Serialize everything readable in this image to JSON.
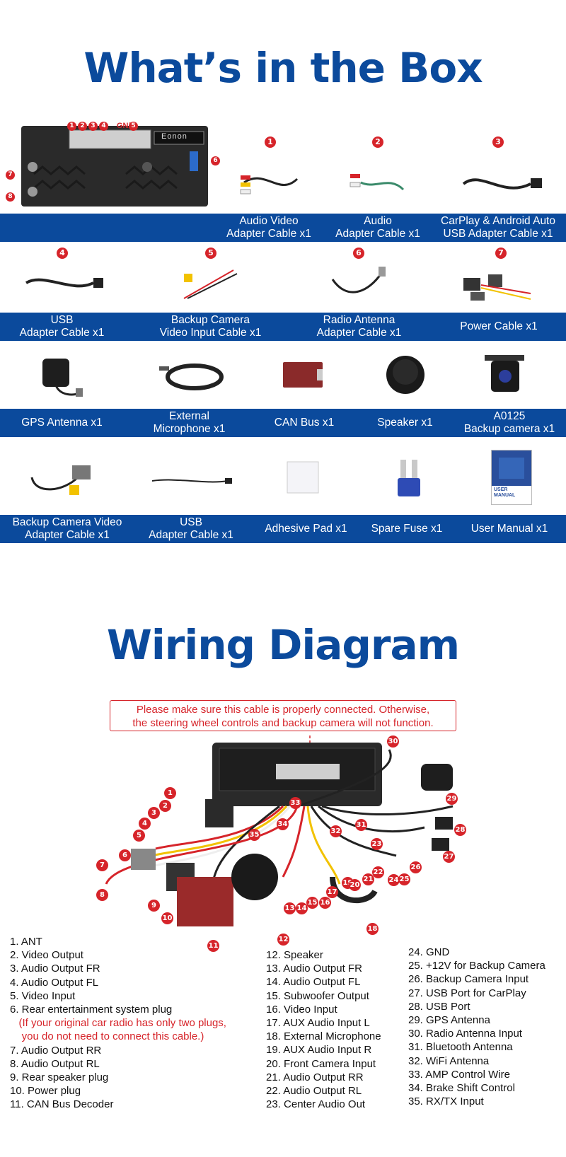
{
  "box": {
    "title": "What’s in the Box",
    "unit_markers": [
      "1",
      "2",
      "3",
      "4",
      "5",
      "6",
      "7",
      "8"
    ],
    "unit_label": "GN/A",
    "brand": "Eonon",
    "row1": [
      {
        "num": "1",
        "caption": "Audio Video\nAdapter Cable x1"
      },
      {
        "num": "2",
        "caption": "Audio\nAdapter Cable x1"
      },
      {
        "num": "3",
        "caption": "CarPlay & Android Auto\nUSB Adapter Cable x1"
      }
    ],
    "row2": [
      {
        "num": "4",
        "caption": "USB\nAdapter Cable x1"
      },
      {
        "num": "5",
        "caption": "Backup Camera\nVideo Input Cable x1"
      },
      {
        "num": "6",
        "caption": "Radio Antenna\nAdapter Cable x1"
      },
      {
        "num": "7",
        "caption": "Power Cable x1"
      }
    ],
    "row3": [
      {
        "caption": "GPS Antenna x1"
      },
      {
        "caption": "External\nMicrophone x1"
      },
      {
        "caption": "CAN Bus x1"
      },
      {
        "caption": "Speaker x1"
      },
      {
        "caption": "A0125\nBackup camera x1"
      }
    ],
    "row4": [
      {
        "caption": "Backup Camera Video\nAdapter Cable x1"
      },
      {
        "caption": "USB\nAdapter Cable x1"
      },
      {
        "caption": "Adhesive Pad x1"
      },
      {
        "caption": "Spare Fuse x1"
      },
      {
        "caption": "User Manual x1"
      }
    ],
    "manual_text": "USER\nMANUAL"
  },
  "wiring": {
    "title": "Wiring Diagram",
    "notice": "Please make sure this cable is properly connected. Otherwise,\nthe steering wheel controls and backup camera will not function.",
    "col1": [
      "1. ANT",
      "2. Video Output",
      "3. Audio Output FR",
      "4. Audio Output FL",
      "5. Video Input",
      "6. Rear entertainment system plug"
    ],
    "col1_note": [
      "   (If your original car radio has only two plugs,",
      "    you do not need to connect this cable.)"
    ],
    "col1b": [
      "7. Audio Output RR",
      "8. Audio Output RL",
      "9. Rear speaker plug",
      "10. Power plug",
      "11. CAN Bus Decoder"
    ],
    "col2": [
      "12. Speaker",
      "13. Audio Output FR",
      "14. Audio Output FL",
      "15. Subwoofer Output",
      "16. Video Input",
      "17. AUX Audio Input L",
      "18. External Microphone",
      "19. AUX Audio Input R",
      "20. Front Camera Input",
      "21. Audio Output RR",
      "22. Audio Output RL",
      "23. Center Audio Out"
    ],
    "col3": [
      "24. GND",
      "25. +12V for Backup Camera",
      "26. Backup Camera Input",
      "27. USB Port for CarPlay",
      "28. USB Port",
      "29. GPS Antenna",
      "30. Radio Antenna Input",
      "31. Bluetooth Antenna",
      "32. WiFi Antenna",
      "33. AMP Control Wire",
      "34. Brake Shift Control",
      "35. RX/TX Input"
    ],
    "markers": [
      "1",
      "2",
      "3",
      "4",
      "5",
      "6",
      "7",
      "8",
      "9",
      "10",
      "11",
      "12",
      "13",
      "14",
      "15",
      "16",
      "17",
      "18",
      "19",
      "20",
      "21",
      "22",
      "23",
      "24",
      "25",
      "26",
      "27",
      "28",
      "29",
      "30",
      "31",
      "32",
      "33",
      "34",
      "35"
    ]
  }
}
